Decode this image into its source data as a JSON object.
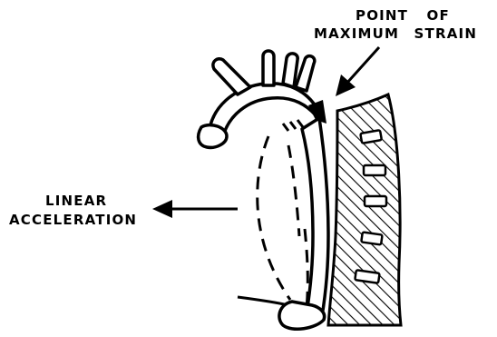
{
  "labels": {
    "point_of": "POINT OF",
    "maximum_strain": "MAXIMUM STRAIN",
    "linear": "LINEAR",
    "acceleration": "ACCELERATION"
  },
  "colors": {
    "ink": "#000000",
    "paper": "#ffffff"
  },
  "icons": [
    "arrow-left-icon",
    "arrow-down-left-icon",
    "hatch-pattern"
  ]
}
